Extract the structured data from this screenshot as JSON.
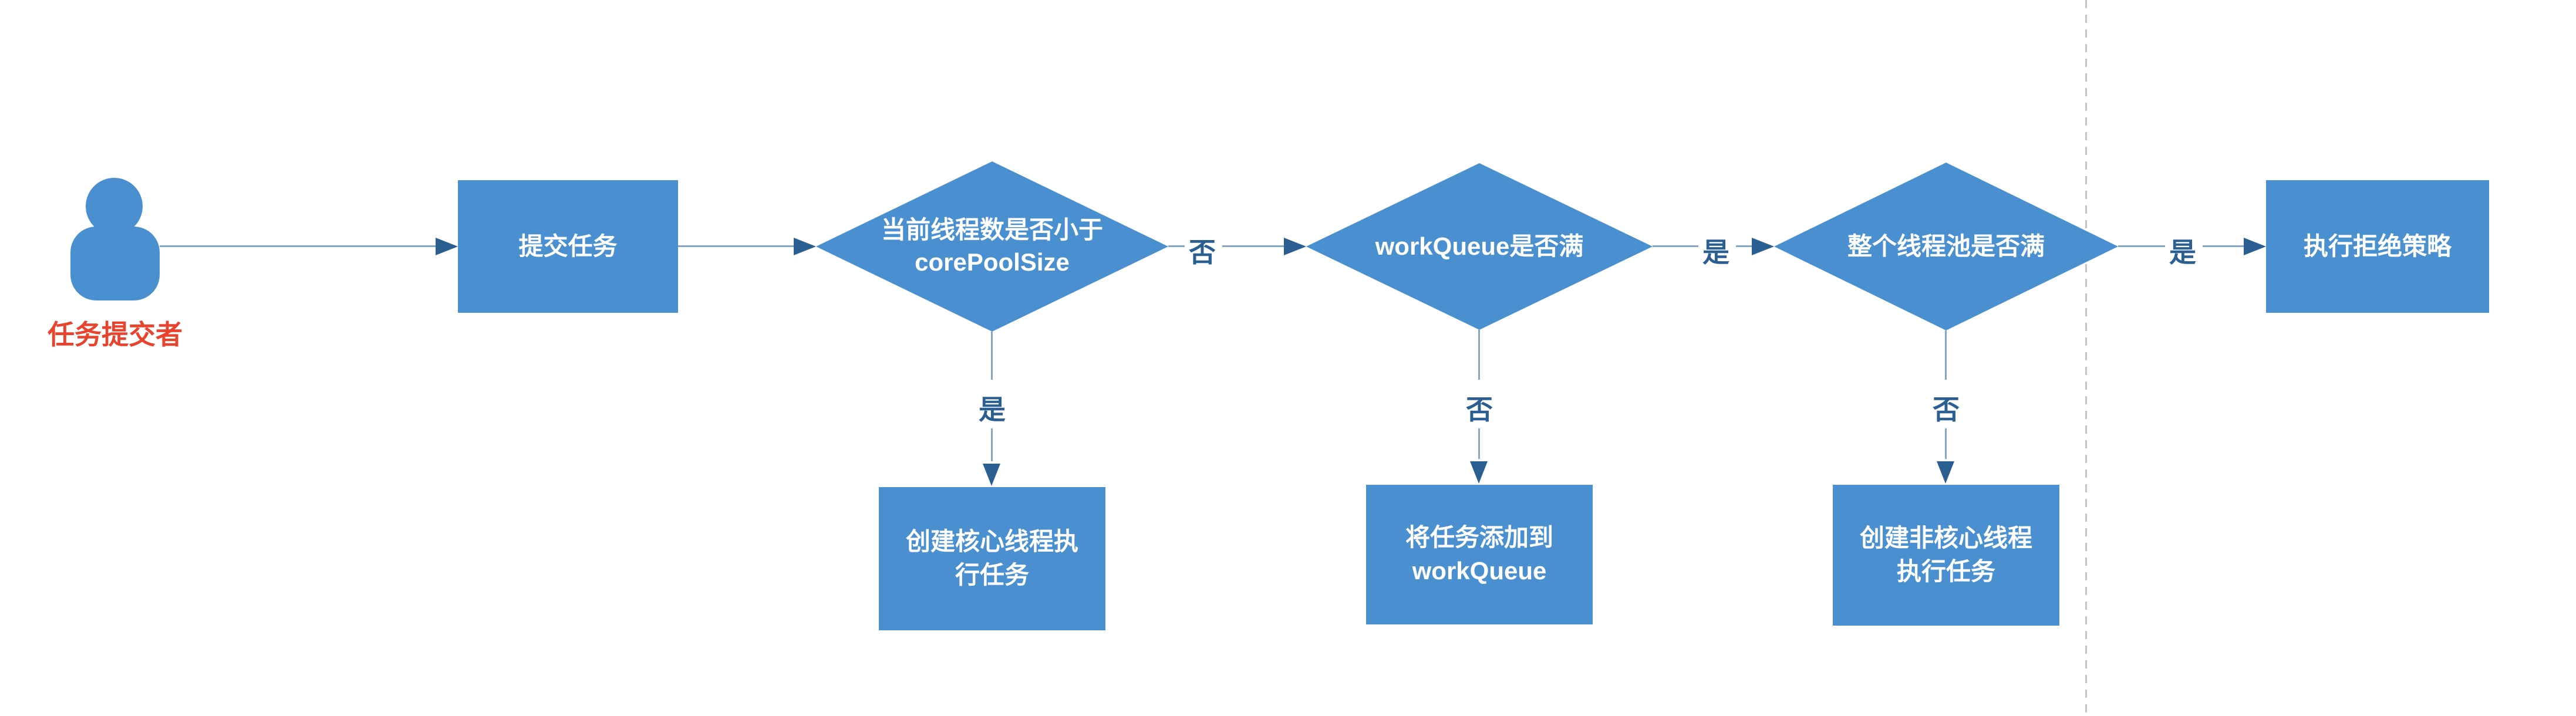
{
  "diagram": {
    "actor": {
      "label": "任务提交者"
    },
    "nodes": {
      "submit": {
        "label": "提交任务"
      },
      "check_core": {
        "line1": "当前线程数是否小于",
        "line2": "corePoolSize"
      },
      "check_queue": {
        "label": "workQueue是否满"
      },
      "check_pool": {
        "label": "整个线程池是否满"
      },
      "reject": {
        "label": "执行拒绝策略"
      },
      "create_core": {
        "line1": "创建核心线程执",
        "line2": "行任务"
      },
      "add_queue": {
        "line1": "将任务添加到",
        "line2": "workQueue"
      },
      "create_noncore": {
        "line1": "创建非核心线程",
        "line2": "执行任务"
      }
    },
    "edges": {
      "core_no": "否",
      "core_yes": "是",
      "queue_yes": "是",
      "queue_no": "否",
      "pool_yes": "是",
      "pool_no": "否"
    },
    "colors": {
      "node_fill": "#4a90d0",
      "node_text": "#ffffff",
      "connector": "#84a7c9",
      "arrowhead": "#2b5f92",
      "edge_label_text": "#2b5f92",
      "actor_label_text": "#e8432d",
      "dashed_divider": "#c4c4c4"
    }
  }
}
